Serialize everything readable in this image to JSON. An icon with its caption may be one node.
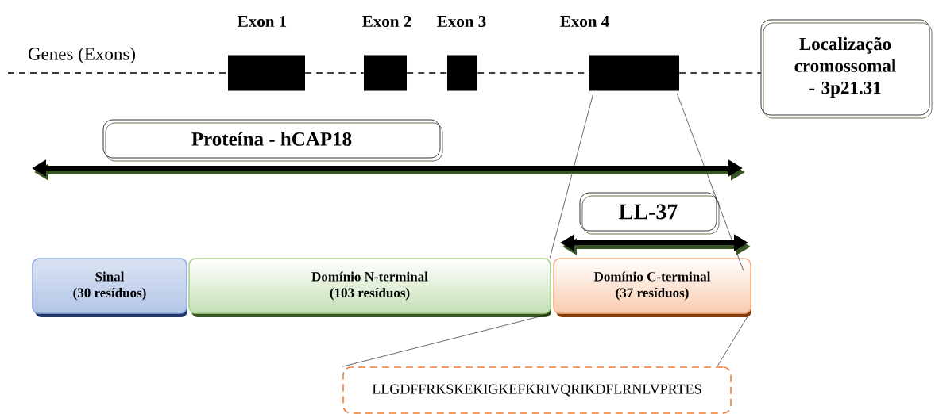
{
  "diagram": {
    "nodes": [
      {
        "text": [
          "Exon 1"
        ]
      },
      {
        "text": [
          "Exon 2"
        ]
      },
      {
        "text": [
          "Exon 3"
        ]
      },
      {
        "text": [
          "Exon 4"
        ]
      },
      {
        "text": [
          "Localização cromossomal - 3p21.31"
        ]
      },
      {
        "text": [
          "Proteína - hCAP18"
        ]
      },
      {
        "text": [
          "LL-37"
        ]
      },
      {
        "text": [
          "Sinal",
          "(30 resíduos)"
        ]
      },
      {
        "text": [
          "Domínio N-terminal",
          "(103 resíduos)"
        ]
      },
      {
        "text": [
          "Domínio C-terminal",
          "(37 resíduos)"
        ]
      },
      {
        "text": [
          "LLGDFFRKSKEKIGKEFKRIVQRIKDFLRNLVPRTES"
        ]
      }
    ],
    "edges": [
      {
        "from": null,
        "to": 0,
        "arrow": "none",
        "style": "dashed"
      },
      {
        "from": 0,
        "to": 1,
        "arrow": "none",
        "style": "dashed"
      },
      {
        "from": 1,
        "to": 2,
        "arrow": "none",
        "style": "dashed"
      },
      {
        "from": 2,
        "to": 3,
        "arrow": "none",
        "style": "dashed"
      },
      {
        "from": 3,
        "to": 4,
        "arrow": "none",
        "style": "dashed"
      },
      {
        "from": 3,
        "to": 9,
        "arrow": "none"
      },
      {
        "from": 3,
        "to": 9,
        "arrow": "none"
      },
      {
        "from": 9,
        "to": 10,
        "arrow": "none"
      },
      {
        "from": 9,
        "to": 10,
        "arrow": "none"
      }
    ],
    "labels": [
      "Genes (Exons)"
    ]
  }
}
